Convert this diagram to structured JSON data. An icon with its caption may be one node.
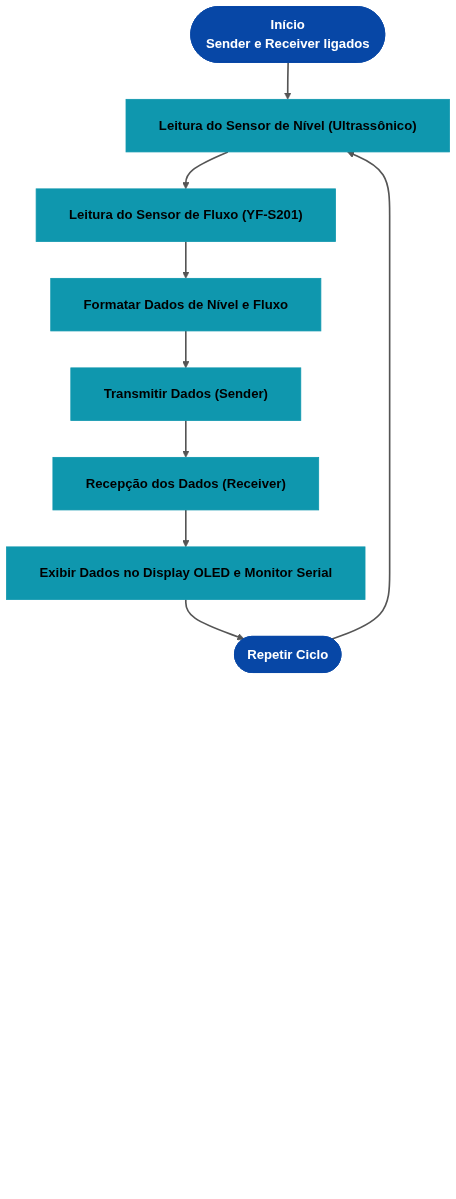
{
  "diagram": {
    "nodes": [
      {
        "text": [
          "Início",
          "Sender e Receiver ligados"
        ]
      },
      {
        "text": [
          "Leitura do Sensor de Nível (Ultrassônico)"
        ]
      },
      {
        "text": [
          "Leitura do Sensor de Fluxo (YF-S201)"
        ]
      },
      {
        "text": [
          "Formatar Dados de Nível e Fluxo"
        ]
      },
      {
        "text": [
          "Transmitir Dados (Sender)"
        ]
      },
      {
        "text": [
          "Recepção dos Dados (Receiver)"
        ]
      },
      {
        "text": [
          "Exibir Dados no Display OLED e Monitor Serial"
        ]
      },
      {
        "text": [
          "Repetir Ciclo"
        ]
      }
    ],
    "edges": [
      {
        "from": 0,
        "to": 1,
        "arrow": "to"
      },
      {
        "from": 1,
        "to": 2,
        "arrow": "to"
      },
      {
        "from": 2,
        "to": 3,
        "arrow": "to"
      },
      {
        "from": 3,
        "to": 4,
        "arrow": "to"
      },
      {
        "from": 4,
        "to": 5,
        "arrow": "to"
      },
      {
        "from": 5,
        "to": 6,
        "arrow": "to"
      },
      {
        "from": 6,
        "to": 7,
        "arrow": "to"
      },
      {
        "from": 7,
        "to": 1,
        "arrow": "to"
      }
    ]
  }
}
